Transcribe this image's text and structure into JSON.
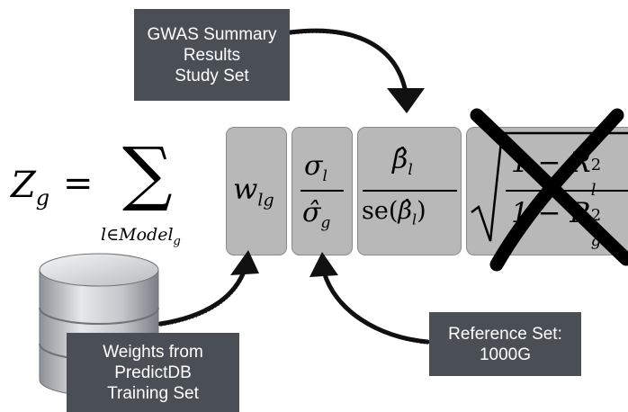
{
  "callouts": {
    "gwas": [
      "GWAS Summary",
      "Results",
      "Study Set"
    ],
    "reference": [
      "Reference Set:",
      "1000G"
    ],
    "weights": [
      "Weights from",
      "PredictDB",
      "Training Set"
    ]
  },
  "formula": {
    "lhs_var": "Z",
    "lhs_sub": "g",
    "equals": "=",
    "sum_symbol": "∑",
    "sum_index": "l∈Model",
    "sum_index_sub": "g",
    "term_weight": "w",
    "term_weight_sub": "lg",
    "sigma_num": "σ",
    "sigma_num_sub": "l",
    "sigma_den": "σ̂",
    "sigma_den_sub": "g",
    "beta_num": "β̂",
    "beta_num_sub": "l",
    "beta_den_prefix": "se(",
    "beta_den_var": "β̂",
    "beta_den_sub": "l",
    "beta_den_suffix": ")",
    "r2_num": "1 − R",
    "r2_num_sub": "l",
    "r2_num_sup": "2",
    "r2_den": "1 − R",
    "r2_den_sub": "g",
    "r2_den_sup": "2"
  },
  "colors": {
    "callout_bg": "#4a4f56",
    "term_box": "#b8b8b8",
    "arrow": "#111111"
  },
  "icons": [
    "database-icon",
    "cross-out-mark"
  ]
}
